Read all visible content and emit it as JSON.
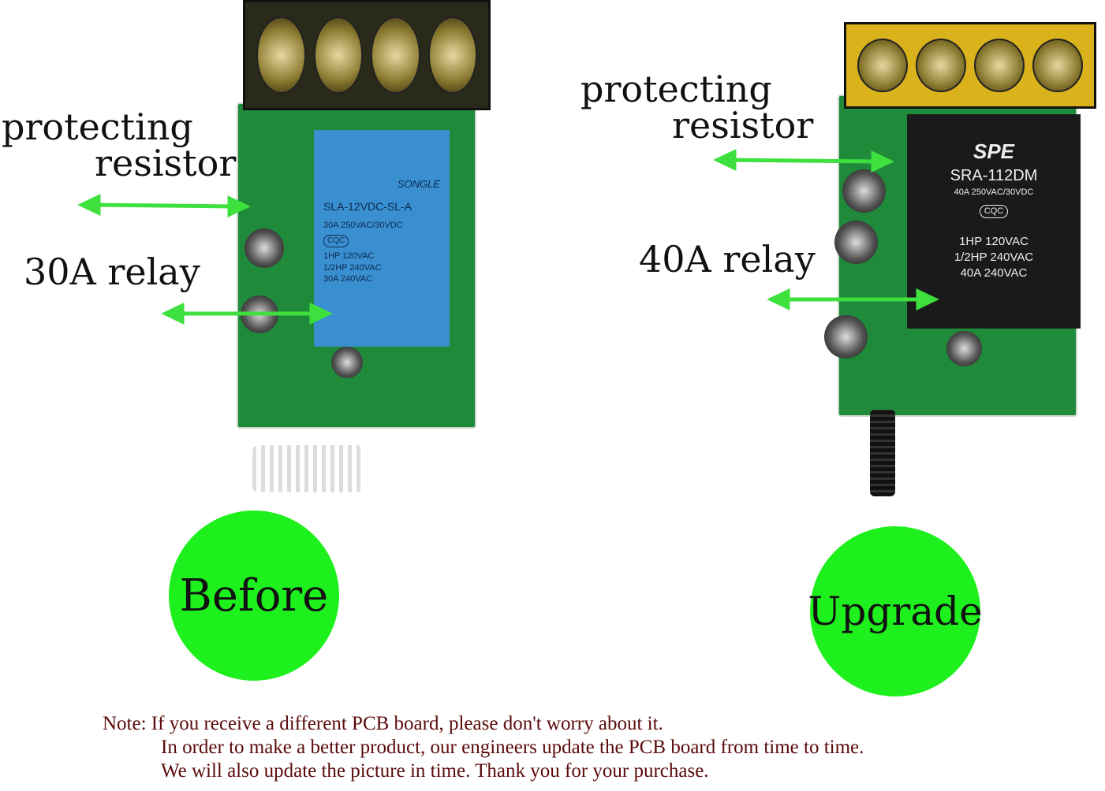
{
  "before": {
    "resistor_label_line1": "protecting",
    "resistor_label_line2": "resistor",
    "relay_label": "30A relay",
    "badge": "Before",
    "relay": {
      "brand": "SONGLE",
      "model": "SLA-12VDC-SL-A",
      "rating": "30A 250VAC/30VDC",
      "cert": "CQC",
      "spec1": "1HP 120VAC",
      "spec2": "1/2HP 240VAC",
      "spec3": "30A 240VAC",
      "color": "#3a8fd0"
    }
  },
  "upgrade": {
    "resistor_label_line1": "protecting",
    "resistor_label_line2": "resistor",
    "relay_label": "40A relay",
    "badge": "Upgrade",
    "relay": {
      "brand": "SPE",
      "model": "SRA-112DM",
      "rating": "40A 250VAC/30VDC",
      "cert": "CQC",
      "spec1": "1HP 120VAC",
      "spec2": "1/2HP 240VAC",
      "spec3": "40A 240VAC",
      "color": "#1a1a1a"
    }
  },
  "note": {
    "line1": "Note: If you receive a different PCB board, please don't worry about it.",
    "line2": "In order to make a better product, our engineers update the PCB board from time to time.",
    "line3": "We will also update the picture in time. Thank you for your purchase."
  },
  "colors": {
    "badge": "#1ef01e",
    "arrow": "#3ee03e",
    "note_text": "#5a0a0a"
  }
}
